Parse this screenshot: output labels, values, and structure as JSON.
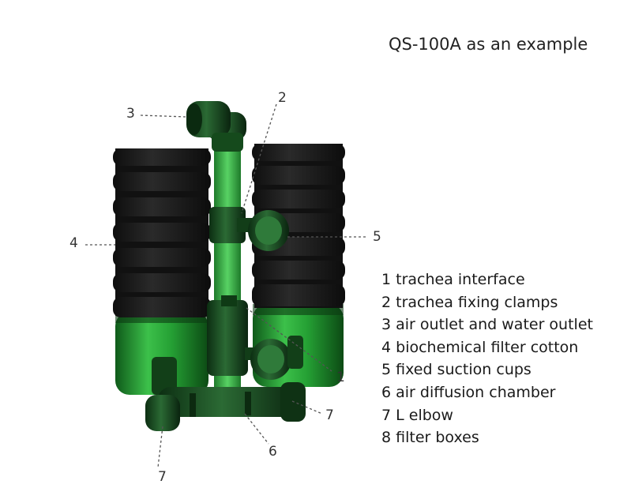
{
  "title": "QS-100A as an example",
  "legend": [
    "1 trachea interface",
    "2 trachea fixing clamps",
    "3 air outlet and water outlet",
    "4 biochemical filter cotton",
    "5 fixed suction cups",
    "6 air diffusion chamber",
    "7 L elbow",
    "8 filter boxes"
  ],
  "callouts": {
    "c1": "1",
    "c2": "2",
    "c3": "3",
    "c4": "4",
    "c5": "5",
    "c6": "6",
    "c7a": "7",
    "c7b": "7"
  },
  "colors": {
    "sponge": "#1d1d1d",
    "green": "#2aa83a",
    "dark_green": "#164c1f"
  }
}
